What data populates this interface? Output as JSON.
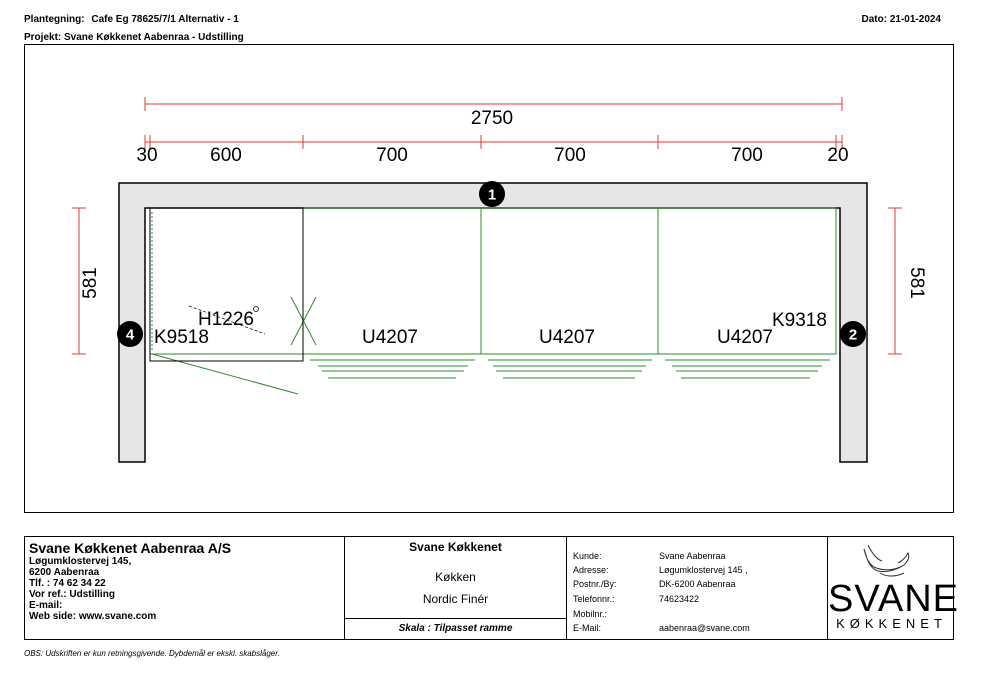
{
  "header": {
    "plan_label": "Plantegning:",
    "plan_value": "Cafe Eg 78625/7/1 Alternativ - 1",
    "project": "Projekt: Svane Køkkenet Aabenraa - Udstilling",
    "date": "Dato: 21-01-2024"
  },
  "plan": {
    "overall_width": "2750",
    "segments": [
      "30",
      "600",
      "700",
      "700",
      "700",
      "20"
    ],
    "depth_left": "581",
    "depth_right": "581",
    "markers": [
      "1",
      "2",
      "4"
    ],
    "labels": {
      "h1226": "H1226",
      "k9518": "K9518",
      "u4207_a": "U4207",
      "u4207_b": "U4207",
      "u4207_c": "U4207",
      "k9318": "K9318"
    },
    "colors": {
      "dimension": "#e53935",
      "cabinet": "#2e8b2e",
      "wall_fill": "#e6e6e6",
      "outline": "#000000"
    }
  },
  "company": {
    "name": "Svane Køkkenet Aabenraa A/S",
    "lines": [
      "Løgumklostervej 145,",
      "6200  Aabenraa",
      "Tlf. : 74 62 34 22",
      "Vor ref.: Udstilling",
      "E-mail:",
      "Web side: www.svane.com"
    ]
  },
  "product": {
    "brand": "Svane Køkkenet",
    "line1": "Køkken",
    "line2": "Nordic Finér",
    "scale": "Skala : Tilpasset ramme"
  },
  "customer": {
    "rows": [
      {
        "label": "Kunde:",
        "value": "Svane Aabenraa"
      },
      {
        "label": "Adresse:",
        "value": "Løgumklostervej 145 ,"
      },
      {
        "label": "Postnr./By:",
        "value": "DK-6200 Aabenraa"
      },
      {
        "label": "Telefonnr.:",
        "value": "74623422"
      },
      {
        "label": "Mobilnr.:",
        "value": ""
      },
      {
        "label": "E-Mail:",
        "value": "aabenraa@svane.com"
      }
    ]
  },
  "logo": {
    "word": "SVANE",
    "sub": "KØKKENET",
    "icon": "swan-icon"
  },
  "footnote": "OBS: Udskriften er kun retningsgivende. Dybdemål er ekskl. skabslåger."
}
